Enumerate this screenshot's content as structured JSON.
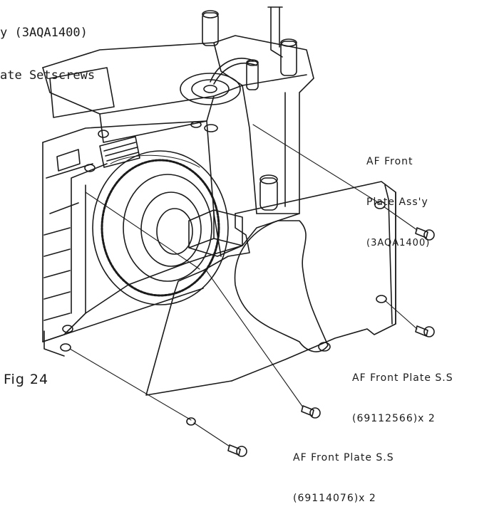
{
  "corner_text": {
    "line1": "y (3AQA1400)",
    "line2": "ate Setscrews"
  },
  "labels": {
    "af_front_plate": {
      "line1": "AF Front",
      "line2": "Plate Ass'y",
      "part_no": "(3AQA1400)"
    },
    "af_front_plate_ss_1": {
      "line1": "AF Front Plate S.S",
      "line2": "(69112566)x 2"
    },
    "af_front_plate_ss_2": {
      "line1": "AF Front Plate S.S",
      "line2": "(69114076)x 2"
    }
  },
  "figure_label": "Fig 24",
  "colors": {
    "ink": "#1a1a1a",
    "paper": "#ffffff"
  }
}
